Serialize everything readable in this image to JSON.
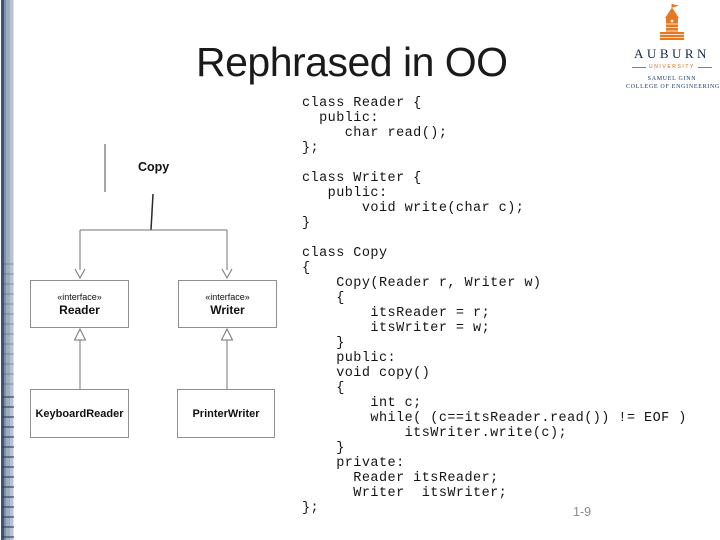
{
  "slide": {
    "title": "Rephrased in OO",
    "page_number": "1-9"
  },
  "logo": {
    "alt": "auburn-university-samuel-ginn-college-of-engineering-logo",
    "wordmark": "AUBURN",
    "university": "UNIVERSITY",
    "college_line1": "SAMUEL GINN",
    "college_line2": "COLLEGE OF ENGINEERING",
    "colors": {
      "navy": "#12284b",
      "orange": "#e87722"
    }
  },
  "diagram": {
    "copy_label": "Copy",
    "classes": [
      {
        "stereotype": "«interface»",
        "name": "Reader"
      },
      {
        "stereotype": "«interface»",
        "name": "Writer"
      },
      {
        "name": "KeyboardReader"
      },
      {
        "name": "PrinterWriter"
      }
    ],
    "line_color": "#737373"
  },
  "code": {
    "lines": [
      "class Reader {",
      "  public:",
      "     char read();",
      "};",
      "",
      "class Writer {",
      "   public:",
      "       void write(char c);",
      "}",
      "",
      "class Copy",
      "{",
      "    Copy(Reader r, Writer w)",
      "    {",
      "        itsReader = r;",
      "        itsWriter = w;",
      "    }",
      "    public:",
      "    void copy()",
      "    {",
      "        int c;",
      "        while( (c==itsReader.read()) != EOF )",
      "            itsWriter.write(c);",
      "    }",
      "    private:",
      "      Reader itsReader;",
      "      Writer  itsWriter;",
      "};"
    ]
  }
}
